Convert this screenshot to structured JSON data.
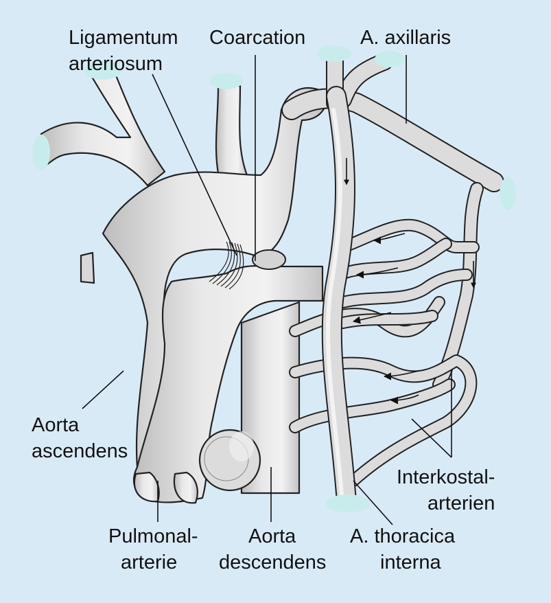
{
  "labels": {
    "ligamentum_line1": "Ligamentum",
    "ligamentum_line2": "arteriosum",
    "coarcation": "Coarcation",
    "axillaris": "A. axillaris",
    "aorta_asc_line1": "Aorta",
    "aorta_asc_line2": "ascendens",
    "pulmonal_line1": "Pulmonal-",
    "pulmonal_line2": "arterie",
    "aorta_desc_line1": "Aorta",
    "aorta_desc_line2": "descendens",
    "interkostal_line1": "Interkostal-",
    "interkostal_line2": "arterien",
    "thoracica_line1": "A. thoracica",
    "thoracica_line2": "interna"
  },
  "colors": {
    "background": "#d9eaf7",
    "vessel": "#d8d8d8",
    "cut_surface": "#c8ecec",
    "outline": "#222222"
  }
}
